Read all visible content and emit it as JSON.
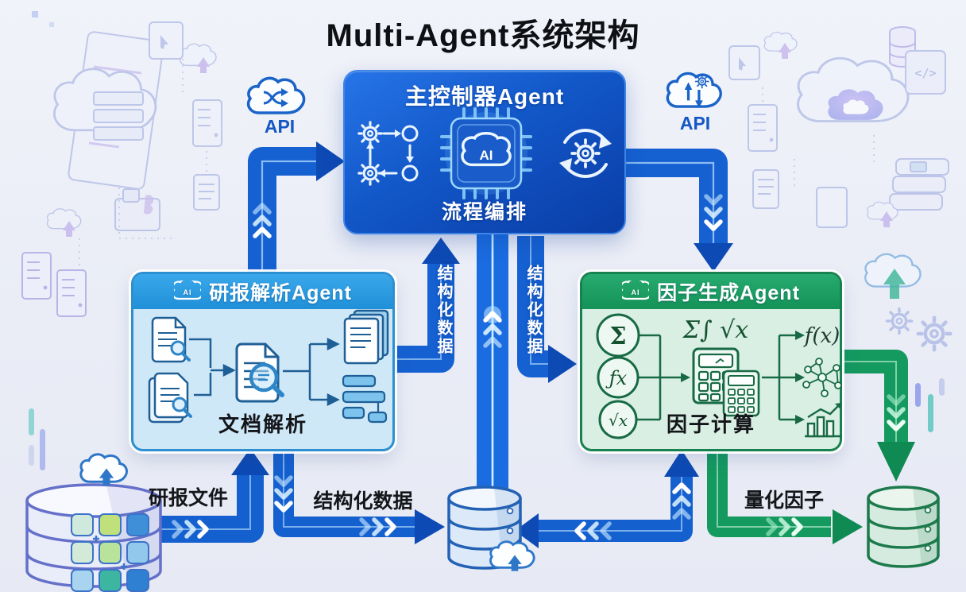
{
  "title": "Multi-Agent系统架构",
  "controller": {
    "title": "主控制器Agent",
    "subtitle": "流程编排",
    "ai_label": "AI"
  },
  "left_agent": {
    "title": "研报解析Agent",
    "subtitle": "文档解析",
    "ai_label": "AI"
  },
  "right_agent": {
    "title": "因子生成Agent",
    "subtitle": "因子计算",
    "ai_label": "AI",
    "math_header": "Σ∫ √x",
    "input_sigma": "Σ",
    "input_fx": "ƒx",
    "input_sqrt": "√x",
    "output_fx": "f(x)"
  },
  "api": {
    "left_label": "API",
    "right_label": "API"
  },
  "flow_labels": {
    "left_to_controller": "结构化数据",
    "controller_to_right": "结构化数据",
    "report_files": "研报文件",
    "structured_to_db": "结构化数据",
    "quant_factors": "量化因子"
  },
  "colors": {
    "controller_blue_top": "#2675e8",
    "controller_blue_bottom": "#0a3da6",
    "left_header_blue": "#2f9fe0",
    "left_body_blue": "#cfe8f8",
    "right_header_green": "#1ea267",
    "right_body_green": "#d9efe4",
    "arrow_blue": "#1661d2",
    "arrow_green": "#149a5f",
    "api_text_blue": "#1356c4",
    "label_black": "#15161a"
  }
}
